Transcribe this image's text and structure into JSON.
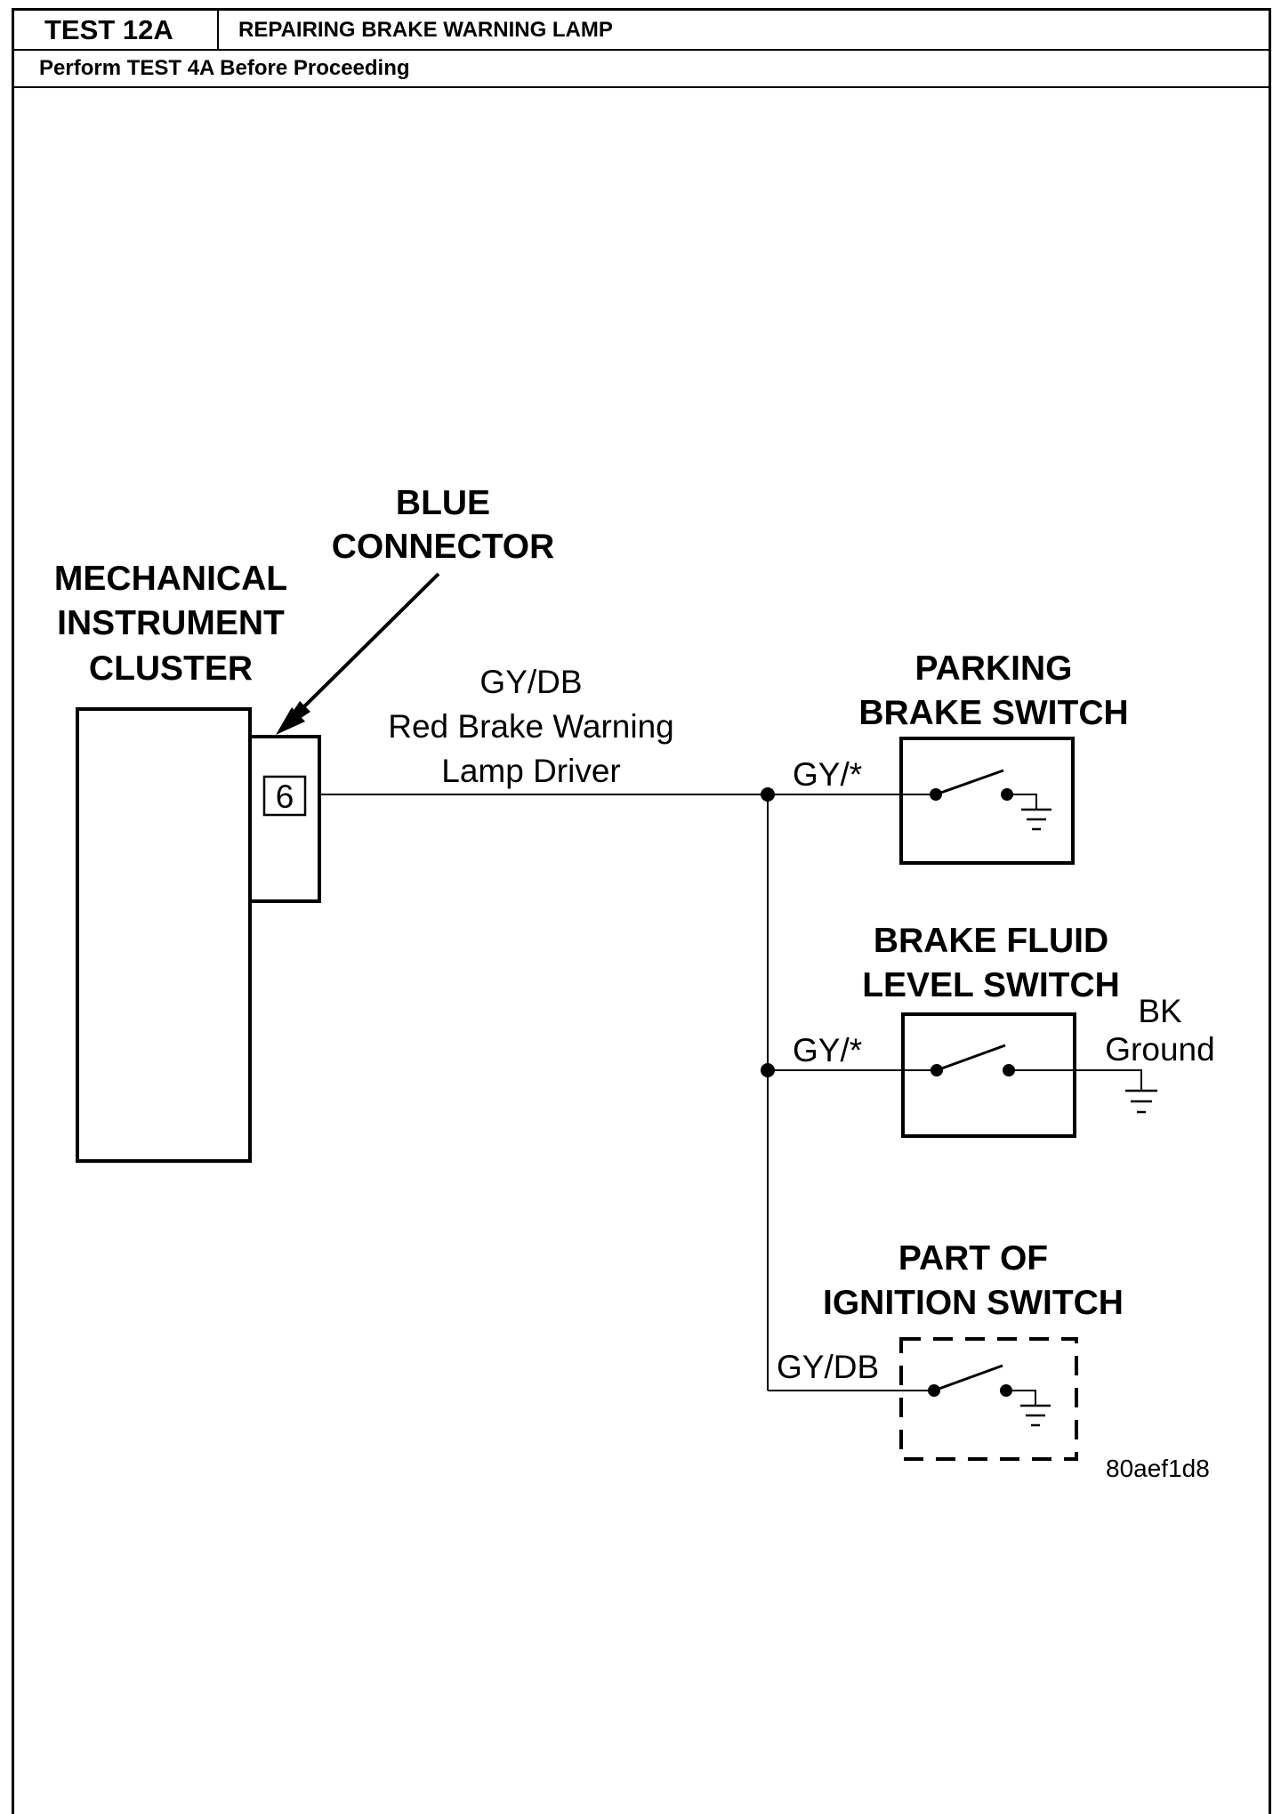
{
  "header": {
    "test_id": "TEST 12A",
    "title": "REPAIRING BRAKE WARNING LAMP",
    "prerequisite": "Perform TEST 4A Before Proceeding"
  },
  "diagram": {
    "connector_label": [
      "BLUE",
      "CONNECTOR"
    ],
    "cluster_label": [
      "MECHANICAL",
      "INSTRUMENT",
      "CLUSTER"
    ],
    "pin": "6",
    "main_wire": {
      "color_code": "GY/DB",
      "description": [
        "Red Brake Warning",
        "Lamp Driver"
      ]
    },
    "parking_brake": {
      "label": [
        "PARKING",
        "BRAKE SWITCH"
      ],
      "wire": "GY/*"
    },
    "fluid_level": {
      "label": [
        "BRAKE FLUID",
        "LEVEL SWITCH"
      ],
      "wire": "GY/*",
      "ground_color": "BK",
      "ground_label": "Ground"
    },
    "ignition": {
      "label": [
        "PART OF",
        "IGNITION SWITCH"
      ],
      "wire": "GY/DB"
    },
    "figure_id": "80aef1d8"
  }
}
